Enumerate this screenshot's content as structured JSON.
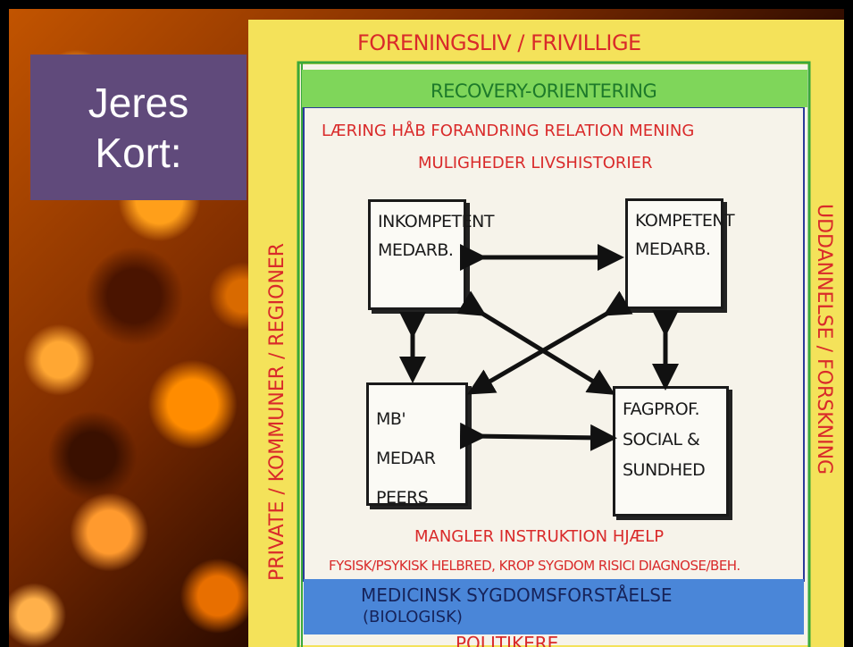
{
  "slide": {
    "title": "Jeres\nKort:"
  },
  "flipchart": {
    "top_label": "FORENINGSLIV / FRIVILLIGE",
    "recovery_label": "RECOVERY-ORIENTERING",
    "values_line1": "LÆRING HÅB FORANDRING RELATION MENING",
    "values_line2": "MULIGHEDER LIVSHISTORIER",
    "left_label": "PRIVATE / KOMMUNER / REGIONER",
    "right_label": "UDDANNELSE / FORSKNING",
    "box_top_left": "INKOMPETENT\nMEDARB.",
    "box_top_right": "KOMPETENT\nMEDARB.",
    "box_bottom_left": "MB' MEDAR\nPEERS",
    "box_bottom_right": "FAGPROF.\nSOCIAL &\nSUNDHED",
    "lack_label": "MANGLER INSTRUKTION HJÆLP",
    "physical_label": "FYSISK/PSYKISK HELBRED, KROP SYGDOM RISICI DIAGNOSE/BEH.",
    "medical_label": "MEDICINSK SYGDOMSFORSTÅELSE",
    "medical_sub": "(BIOLOGISK)",
    "bottom_label": "POLITIKERE"
  },
  "colors": {
    "title_box": "#604a7b",
    "yellow": "#f4e25a",
    "green": "#7fd65a",
    "blue": "#4a86d8",
    "red_text": "#d92a2a"
  }
}
